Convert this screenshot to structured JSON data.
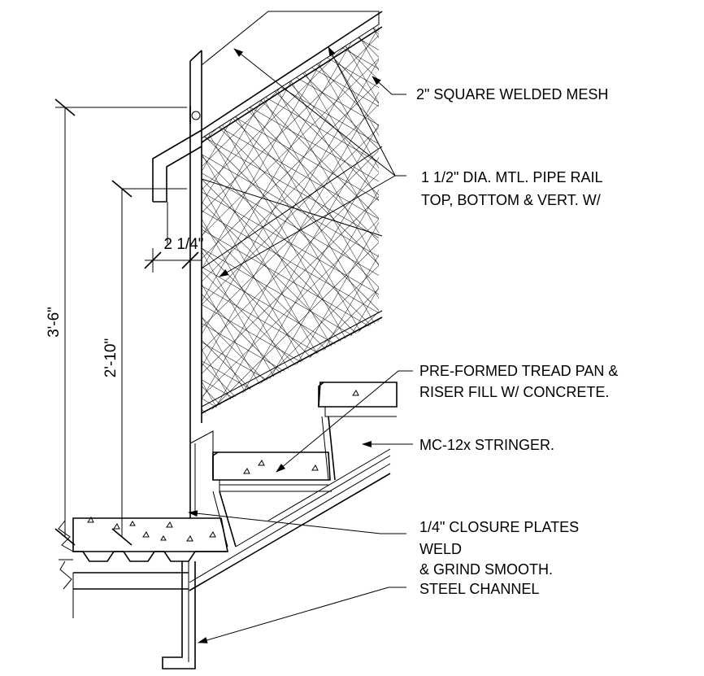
{
  "notes": {
    "mesh": "2\" SQUARE WELDED MESH",
    "pipe_rail_line1": "1 1/2\" DIA. MTL. PIPE RAIL",
    "pipe_rail_line2": "TOP, BOTTOM & VERT. W/",
    "tread_pan_line1": "PRE-FORMED TREAD PAN &",
    "tread_pan_line2": "RISER  FILL W/ CONCRETE.",
    "stringer": "MC-12x STRINGER.",
    "closure_line1": "1/4\" CLOSURE PLATES",
    "closure_line2": "WELD",
    "closure_line3": "& GRIND SMOOTH.",
    "channel": "STEEL CHANNEL"
  },
  "dimensions": {
    "overall_height": "3'-6\"",
    "rail_height": "2'-10\"",
    "offset": "2 1/4\""
  },
  "colors": {
    "line": "#000000",
    "concrete": "#d6d6d6",
    "background": "#ffffff"
  }
}
